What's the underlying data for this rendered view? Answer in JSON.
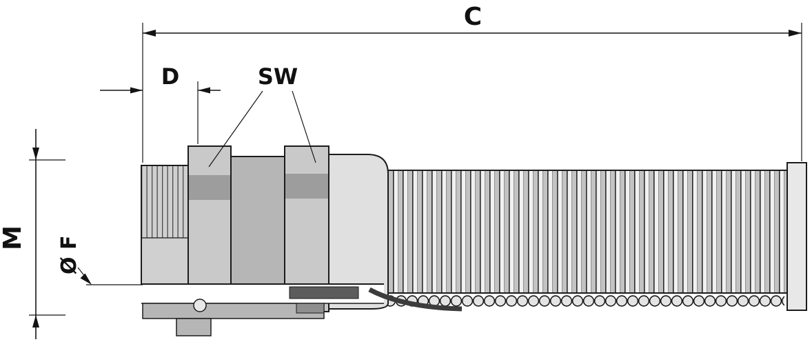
{
  "diagram": {
    "kind": "technical-drawing-cable-gland-with-conduit",
    "labels": {
      "overall_length": "C",
      "thread_length": "D",
      "wrench_size": "SW",
      "thread_size": "M",
      "bore_diameter": "Ø F"
    },
    "colors": {
      "line": "#1b1b1b",
      "body_light": "#e0e0e0",
      "body_base": "#d0d0d0",
      "body_mid": "#c9c9c9",
      "body_deep": "#b6b6b6",
      "facet_dark": "#9d9d9d",
      "step_dark": "#8e8e8e",
      "seal_dark": "#5c5c5c",
      "ferrule_light": "#e8e8e8",
      "background": "#ffffff"
    }
  }
}
